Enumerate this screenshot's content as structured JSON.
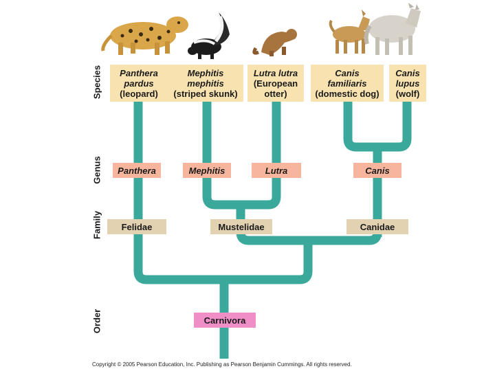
{
  "ranks": {
    "species": "Species",
    "genus": "Genus",
    "family": "Family",
    "order": "Order"
  },
  "species": [
    {
      "name": "Panthera\npardus",
      "common": "(leopard)",
      "animal": "leopard"
    },
    {
      "name": "Mephitis\nmephitis",
      "common": "(striped skunk)",
      "animal": "striped-skunk"
    },
    {
      "name": "Lutra lutra",
      "common": "(European\notter)",
      "animal": "european-otter"
    },
    {
      "name": "Canis\nfamiliaris",
      "common": "(domestic dog)",
      "animal": "domestic-dog"
    },
    {
      "name": "Canis\nlupus",
      "common": "(wolf)",
      "animal": "wolf"
    }
  ],
  "genus": [
    "Panthera",
    "Mephitis",
    "Lutra",
    "Canis"
  ],
  "family": [
    "Felidae",
    "Mustelidae",
    "Canidae"
  ],
  "order": "Carnivora",
  "colors": {
    "branch": "#3aa99c",
    "species_box": "#f8e3b0",
    "genus_box": "#f6b59c",
    "family_box": "#e3d2b2",
    "order_box": "#f08ec8"
  },
  "copyright": "Copyright © 2005 Pearson Education, Inc. Publishing as Pearson Benjamin Cummings. All rights reserved."
}
